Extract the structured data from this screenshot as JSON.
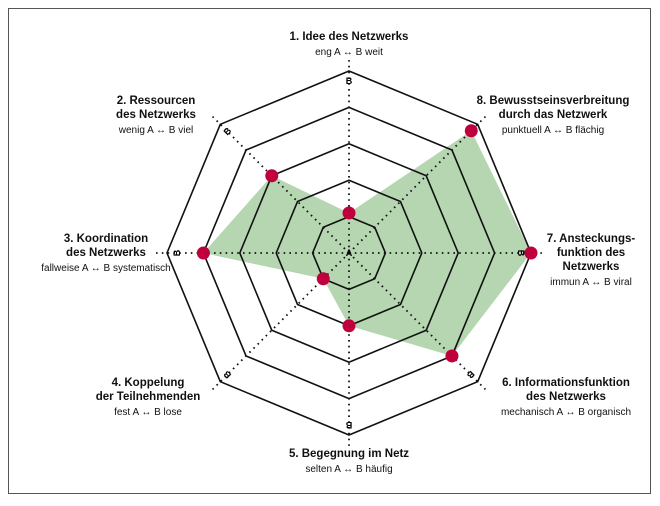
{
  "chart_data": {
    "type": "radar",
    "levels": 5,
    "scale_low": "A",
    "scale_high": "B",
    "axes": [
      {
        "title": "1. Idee des Netzwerks",
        "scale": "eng A ↔ B weit",
        "value": 0.22
      },
      {
        "title": "8. Bewusstseinsverbreitung durch das Netzwerk",
        "scale": "punktuell A ↔ B flächig",
        "value": 0.95
      },
      {
        "title": "7. Ansteckungs-funktion des Netzwerks",
        "scale": "immun A ↔ B viral",
        "value": 1.0
      },
      {
        "title": "6. Informationsfunktion des Netzwerks",
        "scale": "mechanisch A ↔ B organisch",
        "value": 0.8
      },
      {
        "title": "5. Begegnung im Netz",
        "scale": "selten A ↔ B häufig",
        "value": 0.4
      },
      {
        "title": "4. Koppelung der Teilnehmenden",
        "scale": "fest A ↔ B lose",
        "value": 0.2
      },
      {
        "title": "3. Koordination des Netzwerks",
        "scale": "fallweise A ↔ B systematisch",
        "value": 0.8
      },
      {
        "title": "2. Ressourcen des Netzwerks",
        "scale": "wenig A ↔ B viel",
        "value": 0.6
      }
    ],
    "colors": {
      "fill": "#a9cfa4",
      "point": "#c0003c",
      "grid": "#111111"
    }
  },
  "labels": {
    "axis1_title": "1. Idee des Netzwerks",
    "axis1_scale": "eng A ↔ B weit",
    "axis8_title_l1": "8. Bewusstseinsverbreitung",
    "axis8_title_l2": "durch das Netzwerk",
    "axis8_scale": "punktuell A ↔ B flächig",
    "axis7_title_l1": "7. Ansteckungs-",
    "axis7_title_l2": "funktion des",
    "axis7_title_l3": "Netzwerks",
    "axis7_scale": "immun A ↔ B viral",
    "axis6_title_l1": "6. Informationsfunktion",
    "axis6_title_l2": "des Netzwerks",
    "axis6_scale": "mechanisch A ↔ B organisch",
    "axis5_title": "5. Begegnung im Netz",
    "axis5_scale": "selten A ↔ B häufig",
    "axis4_title_l1": "4. Koppelung",
    "axis4_title_l2": "der Teilnehmenden",
    "axis4_scale": "fest A ↔ B lose",
    "axis3_title_l1": "3. Koordination",
    "axis3_title_l2": "des Netzwerks",
    "axis3_scale": "fallweise A ↔ B systematisch",
    "axis2_title_l1": "2. Ressourcen",
    "axis2_title_l2": "des Netzwerks",
    "axis2_scale": "wenig A ↔ B viel"
  }
}
